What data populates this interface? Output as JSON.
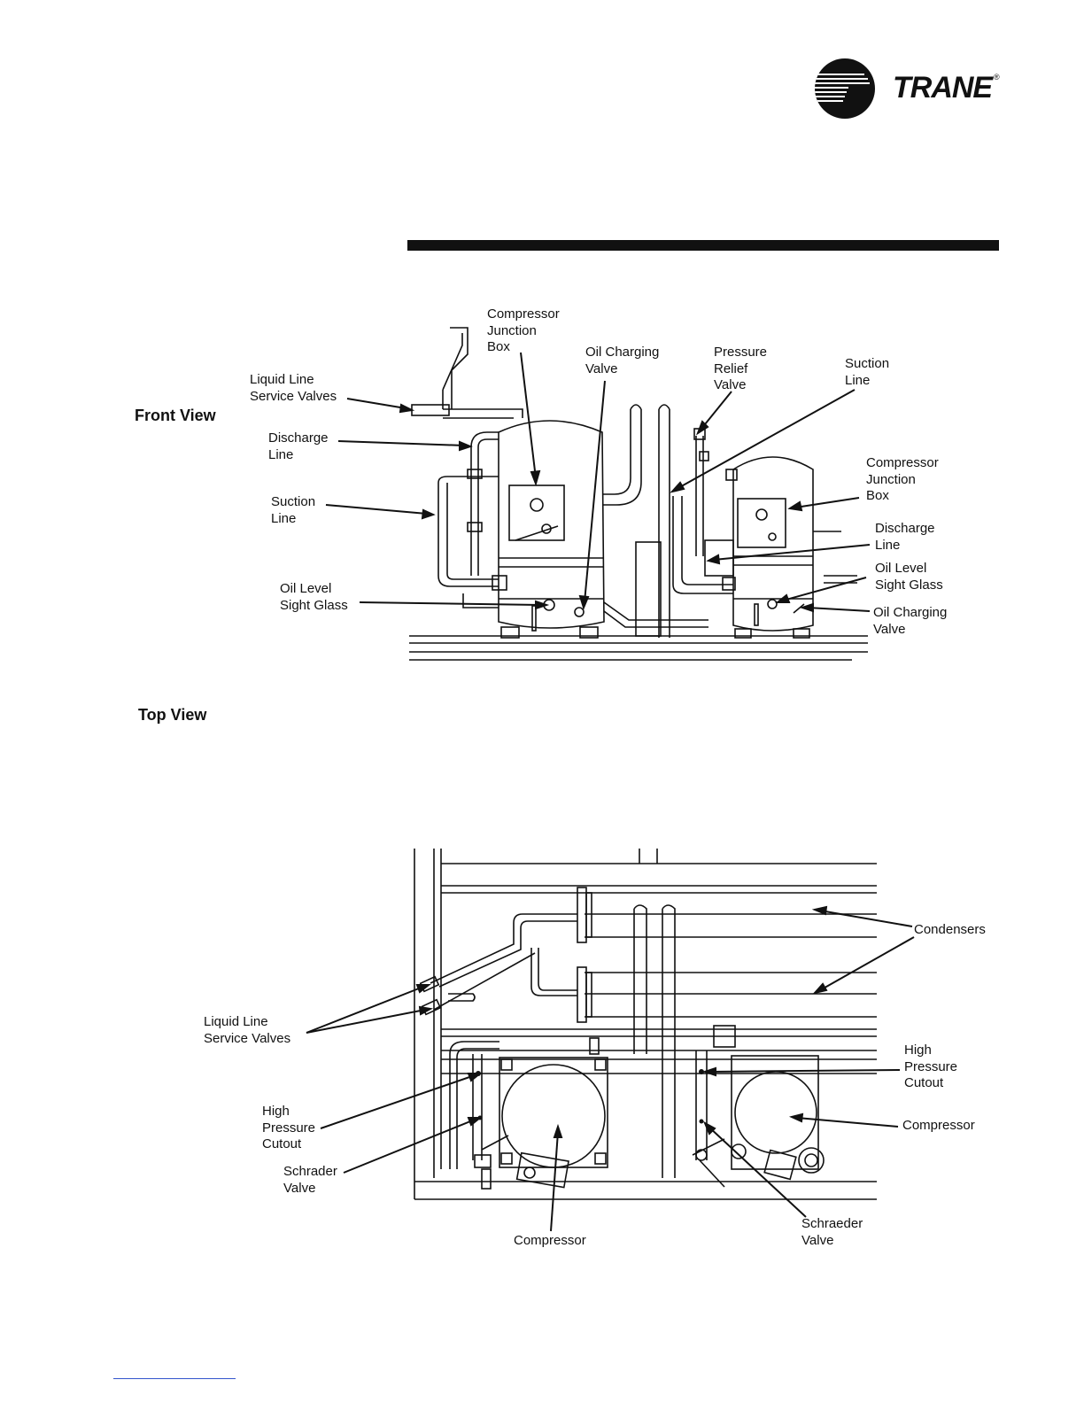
{
  "brand": {
    "name": "TRANE",
    "reg_mark": "®"
  },
  "front_view": {
    "label": "Front View",
    "callouts": {
      "junction_box_left": "Compressor\nJunction\nBox",
      "oil_charging_valve_top": "Oil Charging\nValve",
      "pressure_relief_valve": "Pressure\nRelief\nValve",
      "suction_line_right": "Suction\nLine",
      "liquid_line_service_valves": "Liquid Line\nService Valves",
      "discharge_line_left": "Discharge\nLine",
      "junction_box_right": "Compressor\nJunction\nBox",
      "suction_line_left": "Suction\nLine",
      "discharge_line_right": "Discharge\nLine",
      "oil_level_sight_glass_right": "Oil Level\nSight Glass",
      "oil_level_sight_glass_left": "Oil Level\nSight Glass",
      "oil_charging_valve_right": "Oil Charging\nValve"
    }
  },
  "top_view": {
    "label": "Top View",
    "callouts": {
      "condensers": "Condensers",
      "liquid_line_service_valves": "Liquid Line\nService Valves",
      "high_pressure_cutout_right": "High\nPressure\nCutout",
      "high_pressure_cutout_left": "High\nPressure\nCutout",
      "compressor_right": "Compressor",
      "schrader_valve": "Schrader\nValve",
      "schraeder_valve": "Schraeder\nValve",
      "compressor_bottom": "Compressor"
    }
  }
}
